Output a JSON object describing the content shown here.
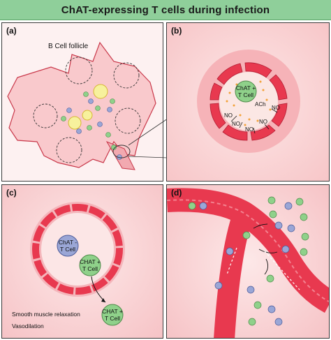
{
  "title": "ChAT-expressing T cells during infection",
  "panels": {
    "a": {
      "letter": "(a)",
      "follicle_label": "B Cell follicle"
    },
    "b": {
      "letter": "(b)",
      "cell_line1": "ChAT +",
      "cell_line2": "T Cell",
      "ach": "ACh",
      "no1": "NO",
      "no2": "NO",
      "no3": "NO",
      "no4": "NO",
      "no5": "NO"
    },
    "c": {
      "letter": "(c)",
      "cell_neg_line1": "ChAT -",
      "cell_neg_line2": "T Cell",
      "cell_pos_line1": "CHAT +",
      "cell_pos_line2": "T Cell",
      "cell_out_line1": "CHAT +",
      "cell_out_line2": "T Cell",
      "caption1": "Smooth muscle relaxation",
      "caption2": "Vasodilation"
    },
    "d": {
      "letter": "(d)"
    }
  },
  "colors": {
    "title_bg": "#8fcf9a",
    "vessel_red": "#e8394f",
    "tissue_pink": "#f9d3d3",
    "t_cell_green": "#8fd18a",
    "t_cell_blue": "#9aa6d6",
    "dendritic_yellow": "#f5ef9e"
  }
}
